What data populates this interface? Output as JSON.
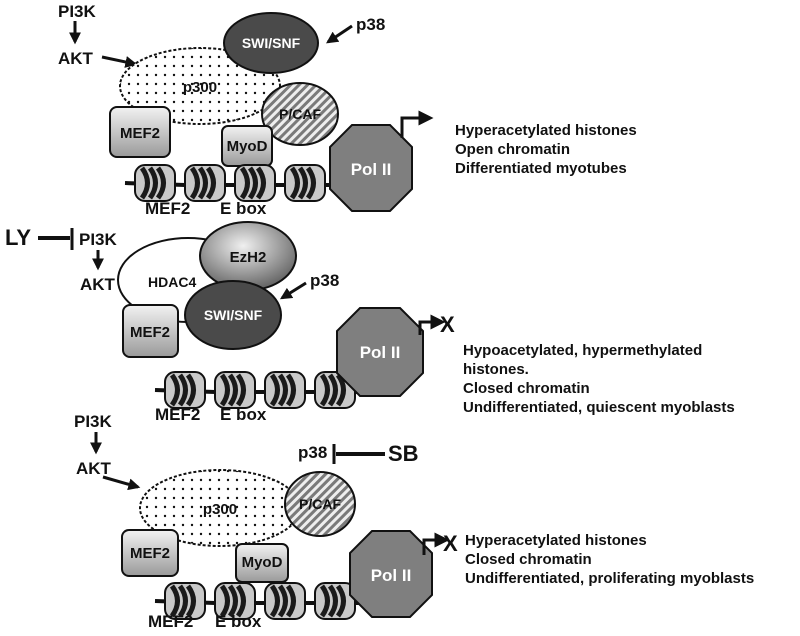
{
  "panels": [
    {
      "upstream": {
        "pi3k": "PI3K",
        "akt": "AKT",
        "p38": "p38"
      },
      "factors": {
        "swisnf": "SWI/SNF",
        "p300": "p300",
        "pcaf": "P/CAF",
        "mef2": "MEF2",
        "myod": "MyoD",
        "polii": "Pol II"
      },
      "dna_labels": {
        "mef2_site": "MEF2",
        "ebox": "E box"
      },
      "outcome": [
        "Hyperacetylated histones",
        "Open chromatin",
        "Differentiated myotubes"
      ]
    },
    {
      "upstream": {
        "inhibitor": "LY",
        "pi3k": "PI3K",
        "akt": "AKT",
        "p38": "p38"
      },
      "factors": {
        "hdac4": "HDAC4",
        "ezh2": "EzH2",
        "swisnf": "SWI/SNF",
        "mef2": "MEF2",
        "polii": "Pol II"
      },
      "dna_labels": {
        "mef2_site": "MEF2",
        "ebox": "E box"
      },
      "blocked_mark": "X",
      "outcome": [
        "Hypoacetylated, hypermethylated",
        "histones.",
        "Closed chromatin",
        "Undifferentiated, quiescent myoblasts"
      ]
    },
    {
      "upstream": {
        "pi3k": "PI3K",
        "akt": "AKT",
        "p38": "p38",
        "inhibitor": "SB"
      },
      "factors": {
        "p300": "p300",
        "pcaf": "P/CAF",
        "mef2": "MEF2",
        "myod": "MyoD",
        "polii": "Pol II"
      },
      "dna_labels": {
        "mef2_site": "MEF2",
        "ebox": "E box"
      },
      "blocked_mark": "X",
      "outcome": [
        "Hyperacetylated histones",
        "Closed chromatin",
        "Undifferentiated, proliferating myoblasts"
      ]
    }
  ],
  "colors": {
    "dark_complex": "#4a4a4a",
    "pol_ii": "#7f7f7f",
    "mef2_box": "#cfcfcf",
    "nucleosome": "#c9c9c9",
    "histone_stripe": "#1a1a1a"
  }
}
